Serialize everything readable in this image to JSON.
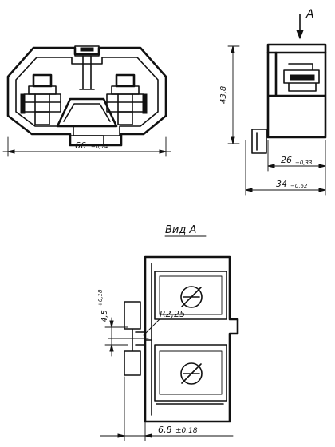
{
  "views": {
    "front": {
      "dim_width": "66",
      "dim_width_tol": "−0,74"
    },
    "side": {
      "view_arrow_label": "A",
      "dim_height": "43,8",
      "dim_depth_inner": "26",
      "dim_depth_inner_tol": "−0,33",
      "dim_depth_outer": "34",
      "dim_depth_outer_tol": "−0,62"
    },
    "detail": {
      "title": "Вид А",
      "dim_offset": "4,5",
      "dim_offset_tol": "+0,18",
      "radius_label": "R2,25",
      "dim_bottom": "6,8",
      "dim_bottom_tol": "±0,18"
    }
  }
}
